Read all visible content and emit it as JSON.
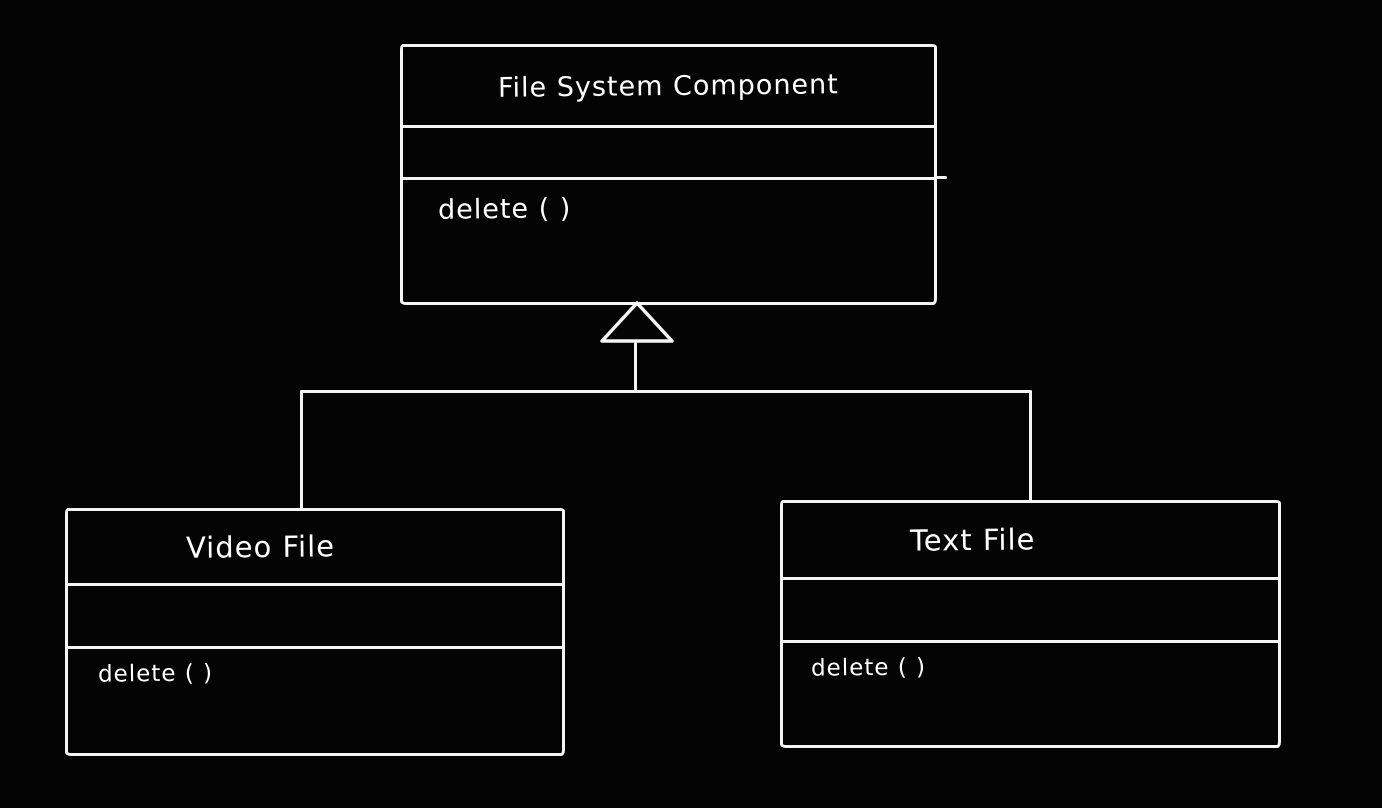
{
  "canvas": {
    "background_color": "#040404",
    "stroke_color": "#f5f5f5",
    "text_color": "#ffffff"
  },
  "diagram": {
    "type": "uml-class-diagram",
    "classes": [
      {
        "title": "File System Component",
        "attributes_text": "",
        "methods_text": "delete ( )"
      },
      {
        "title": "Video File",
        "attributes_text": "",
        "methods_text": "delete ( )"
      },
      {
        "title": "Text File",
        "attributes_text": "",
        "methods_text": "delete ( )"
      }
    ],
    "relationships": [
      {
        "type": "inheritance",
        "from": "Video File",
        "to": "File System Component"
      },
      {
        "type": "inheritance",
        "from": "Text File",
        "to": "File System Component"
      }
    ]
  }
}
